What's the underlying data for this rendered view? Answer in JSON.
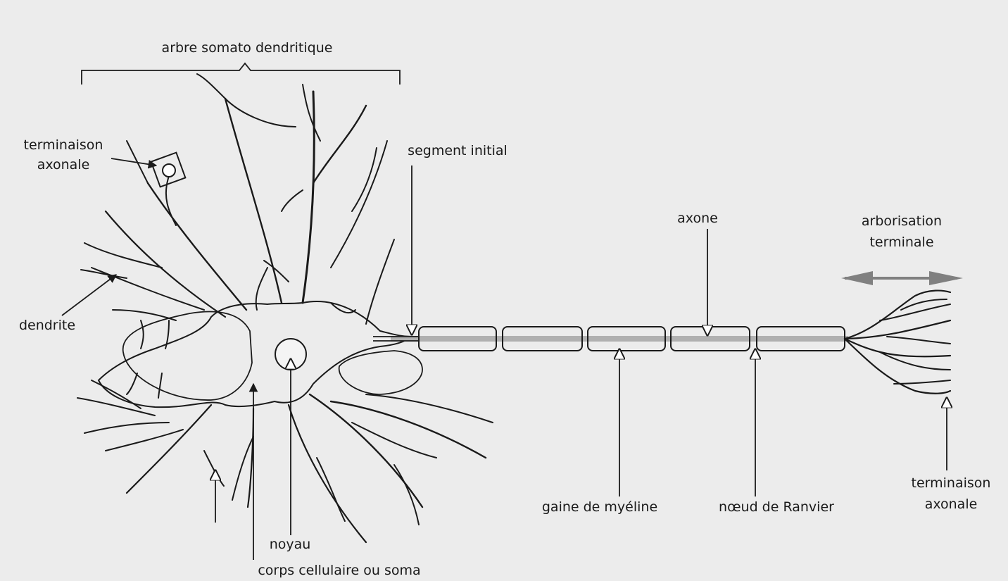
{
  "labels": {
    "arbre": "arbre somato dendritique",
    "terminaison_left_1": "terminaison",
    "terminaison_left_2": "axonale",
    "segment": "segment initial",
    "axone": "axone",
    "arborisation_1": "arborisation",
    "arborisation_2": "terminale",
    "dendrite": "dendrite",
    "gaine": "gaine de myéline",
    "noeud": "nœud de Ranvier",
    "noyau": "noyau",
    "corps": "corps cellulaire ou soma",
    "terminaison_right_1": "terminaison",
    "terminaison_right_2": "axonale"
  },
  "colors": {
    "ink": "#1a1a1a",
    "axon_core": "#b0b0b0",
    "arrow_fill": "#808080",
    "background": "#ececec"
  }
}
